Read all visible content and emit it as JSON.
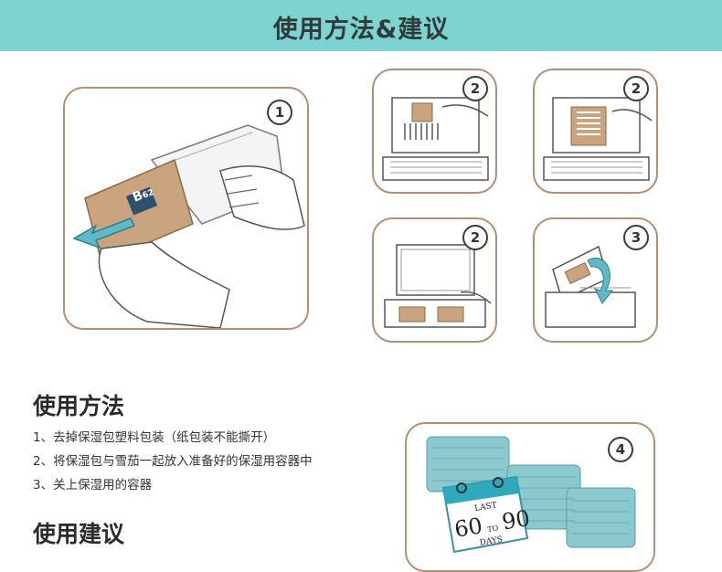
{
  "banner": {
    "title": "使用方法&建议"
  },
  "panels": {
    "p1": {
      "badge": "1",
      "packet_brand": "B",
      "packet_number": "62"
    },
    "p2a": {
      "badge": "2"
    },
    "p2b": {
      "badge": "2"
    },
    "p2c": {
      "badge": "2"
    },
    "p3": {
      "badge": "3"
    },
    "p4": {
      "badge": "4",
      "calendar": {
        "line1": "LAST",
        "big1": "60",
        "to": "TO",
        "big2": "90",
        "line3": "DAYS"
      }
    }
  },
  "usage": {
    "title": "使用方法",
    "steps": [
      "1、去掉保湿包塑料包装（纸包装不能撕开）",
      "2、将保湿包与雪茄一起放入准备好的保湿用容器中",
      "3、关上保湿用的容器"
    ]
  },
  "advice": {
    "title": "使用建议"
  },
  "colors": {
    "banner": "#7dd3cf",
    "panel_border": "#b78e71",
    "accent_teal": "#5fb9c6",
    "kraft": "#c9a47e"
  }
}
